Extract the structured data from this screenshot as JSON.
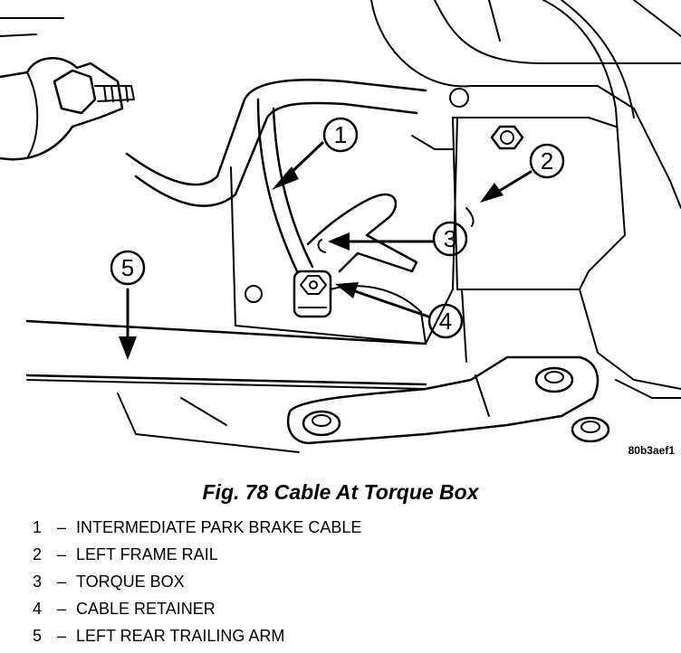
{
  "figure": {
    "caption": "Fig. 78 Cable At Torque Box",
    "reference_code": "80b3aef1"
  },
  "callouts": [
    "1",
    "2",
    "3",
    "4",
    "5"
  ],
  "legend": {
    "separator": "–",
    "items": [
      {
        "num": "1",
        "label": "INTERMEDIATE PARK BRAKE CABLE"
      },
      {
        "num": "2",
        "label": "LEFT FRAME RAIL"
      },
      {
        "num": "3",
        "label": "TORQUE BOX"
      },
      {
        "num": "4",
        "label": "CABLE RETAINER"
      },
      {
        "num": "5",
        "label": "LEFT REAR TRAILING ARM"
      }
    ]
  }
}
